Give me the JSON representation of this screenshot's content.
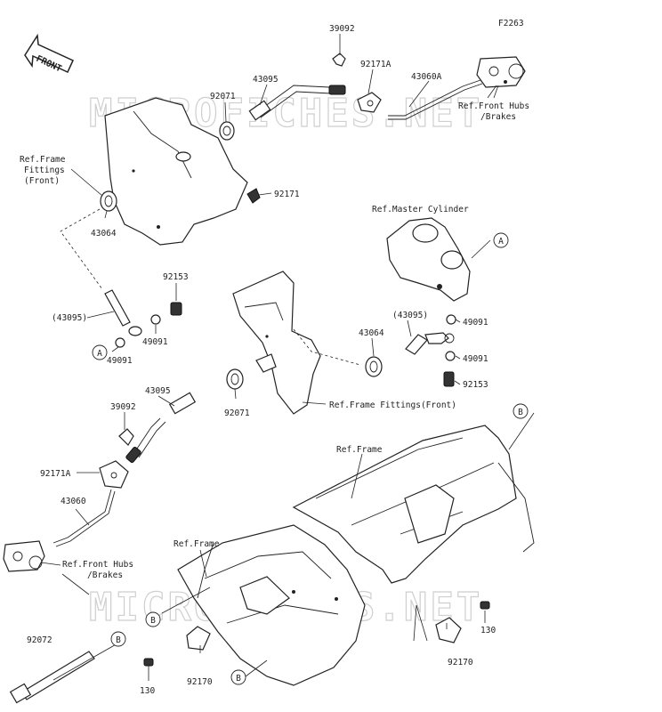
{
  "figure_code": "F2263",
  "front_arrow": "FRONT",
  "watermark": "MICROFICHES.NET",
  "parts": {
    "p39092_top": "39092",
    "p92171A_top": "92171A",
    "p43060A": "43060A",
    "p43095_top": "43095",
    "p92071_top": "92071",
    "p43064_left": "43064",
    "p92171": "92171",
    "p92153_left": "92153",
    "p43095_paren_left": "(43095)",
    "p49091_a": "49091",
    "p49091_b": "49091",
    "p43095_paren_right": "(43095)",
    "p43064_right": "43064",
    "p49091_c": "49091",
    "p49091_d": "49091",
    "p92153_right": "92153",
    "p43095_mid": "43095",
    "p39092_mid": "39092",
    "p92071_mid": "92071",
    "p92171A_mid": "92171A",
    "p43060": "43060",
    "p92072": "92072",
    "p130_left": "130",
    "p92170_left": "92170",
    "p92170_right": "92170",
    "p130_right": "130"
  },
  "refs": {
    "front_hubs_top_1": "Ref.Front Hubs",
    "front_hubs_top_2": "/Brakes",
    "frame_fittings_front_1": "Ref.Frame",
    "frame_fittings_front_2": "Fittings",
    "frame_fittings_front_3": "(Front)",
    "master_cylinder": "Ref.Master Cylinder",
    "frame_fittings_front_mid": "Ref.Frame Fittings(Front)",
    "frame_top": "Ref.Frame",
    "frame_bottom": "Ref.Frame",
    "front_hubs_bottom_1": "Ref.Front Hubs",
    "front_hubs_bottom_2": "/Brakes"
  },
  "callouts": {
    "A": "A",
    "B": "B"
  }
}
